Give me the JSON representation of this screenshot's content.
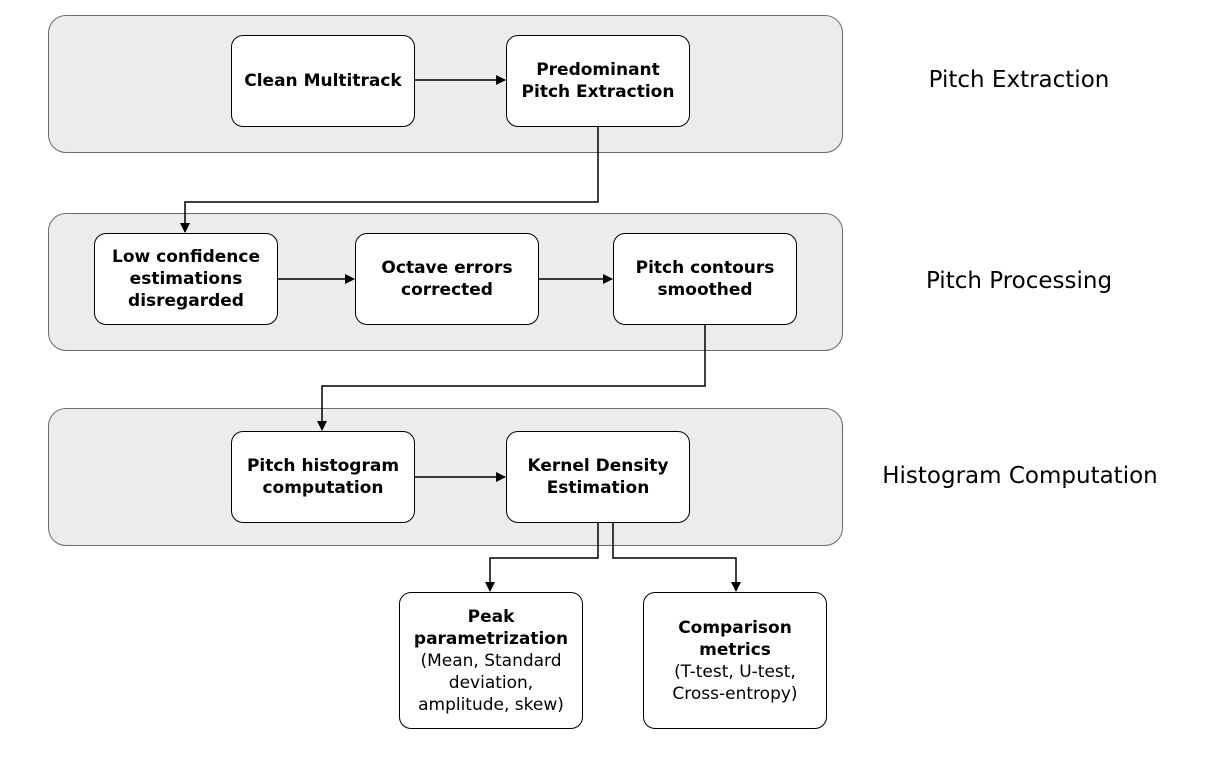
{
  "stages": [
    {
      "label": "Pitch Extraction",
      "nodes": [
        {
          "title": [
            "Clean Multitrack"
          ]
        },
        {
          "title": [
            "Predominant",
            "Pitch Extraction"
          ]
        }
      ]
    },
    {
      "label": "Pitch Processing",
      "nodes": [
        {
          "title": [
            "Low confidence",
            "estimations",
            "disregarded"
          ]
        },
        {
          "title": [
            "Octave errors",
            "corrected"
          ]
        },
        {
          "title": [
            "Pitch contours",
            "smoothed"
          ]
        }
      ]
    },
    {
      "label": "Histogram Computation",
      "nodes": [
        {
          "title": [
            "Pitch histogram",
            "computation"
          ]
        },
        {
          "title": [
            "Kernel Density",
            "Estimation"
          ]
        }
      ]
    }
  ],
  "outputs": [
    {
      "title": [
        "Peak",
        "parametrization"
      ],
      "detail": [
        "(Mean, Standard",
        "deviation,",
        "amplitude, skew)"
      ]
    },
    {
      "title": [
        "Comparison",
        "metrics"
      ],
      "detail": [
        "(T-test, U-test,",
        "Cross-entropy)"
      ]
    }
  ]
}
